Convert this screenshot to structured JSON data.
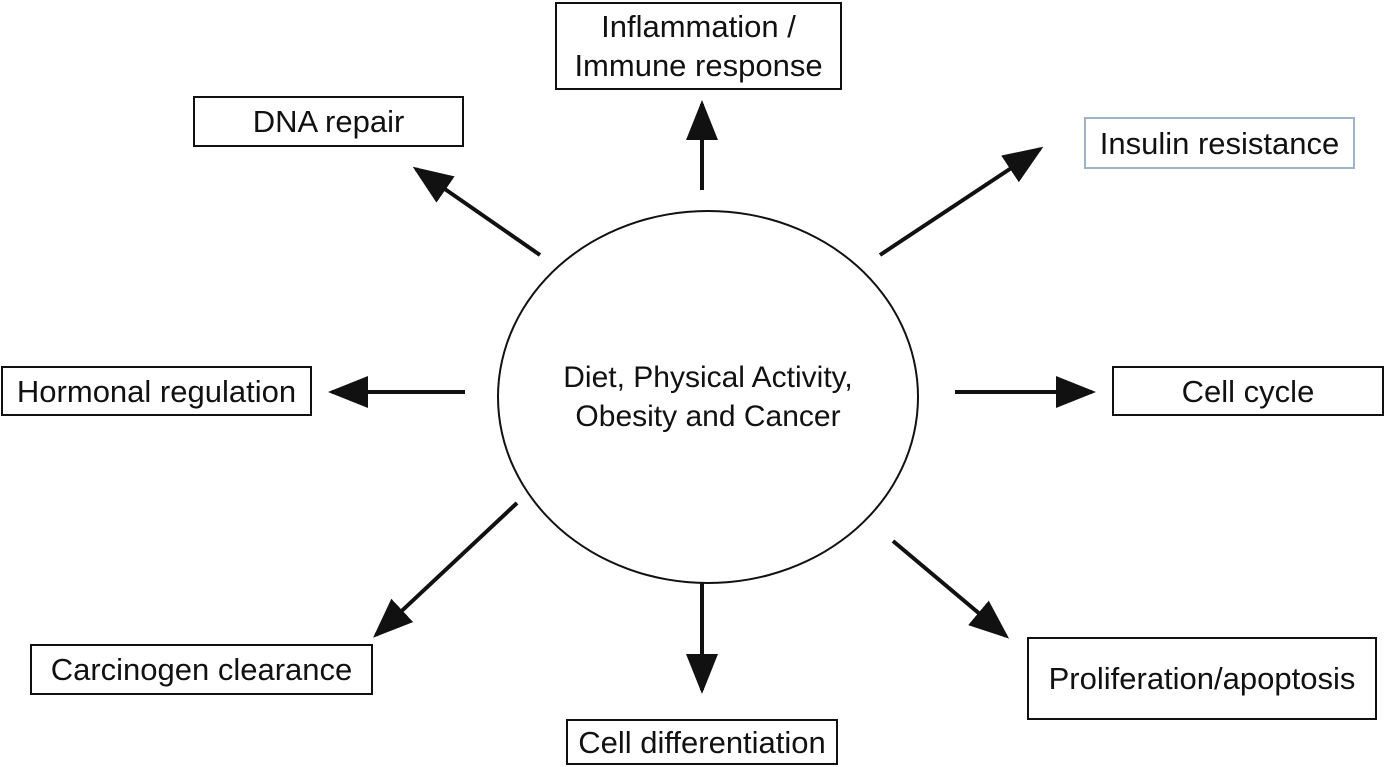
{
  "center": {
    "line1": "Diet, Physical Activity,",
    "line2": "Obesity and Cancer"
  },
  "nodes": {
    "inflammation": {
      "line1": "Inflammation /",
      "line2": "Immune response"
    },
    "dna_repair": "DNA repair",
    "insulin_resistance": "Insulin resistance",
    "hormonal_regulation": "Hormonal regulation",
    "cell_cycle": "Cell cycle",
    "carcinogen_clearance": "Carcinogen clearance",
    "cell_differentiation": "Cell differentiation",
    "proliferation_apoptosis": "Proliferation/apoptosis"
  },
  "colors": {
    "ink": "#111111",
    "insulin_border": "#9fb2c8"
  }
}
